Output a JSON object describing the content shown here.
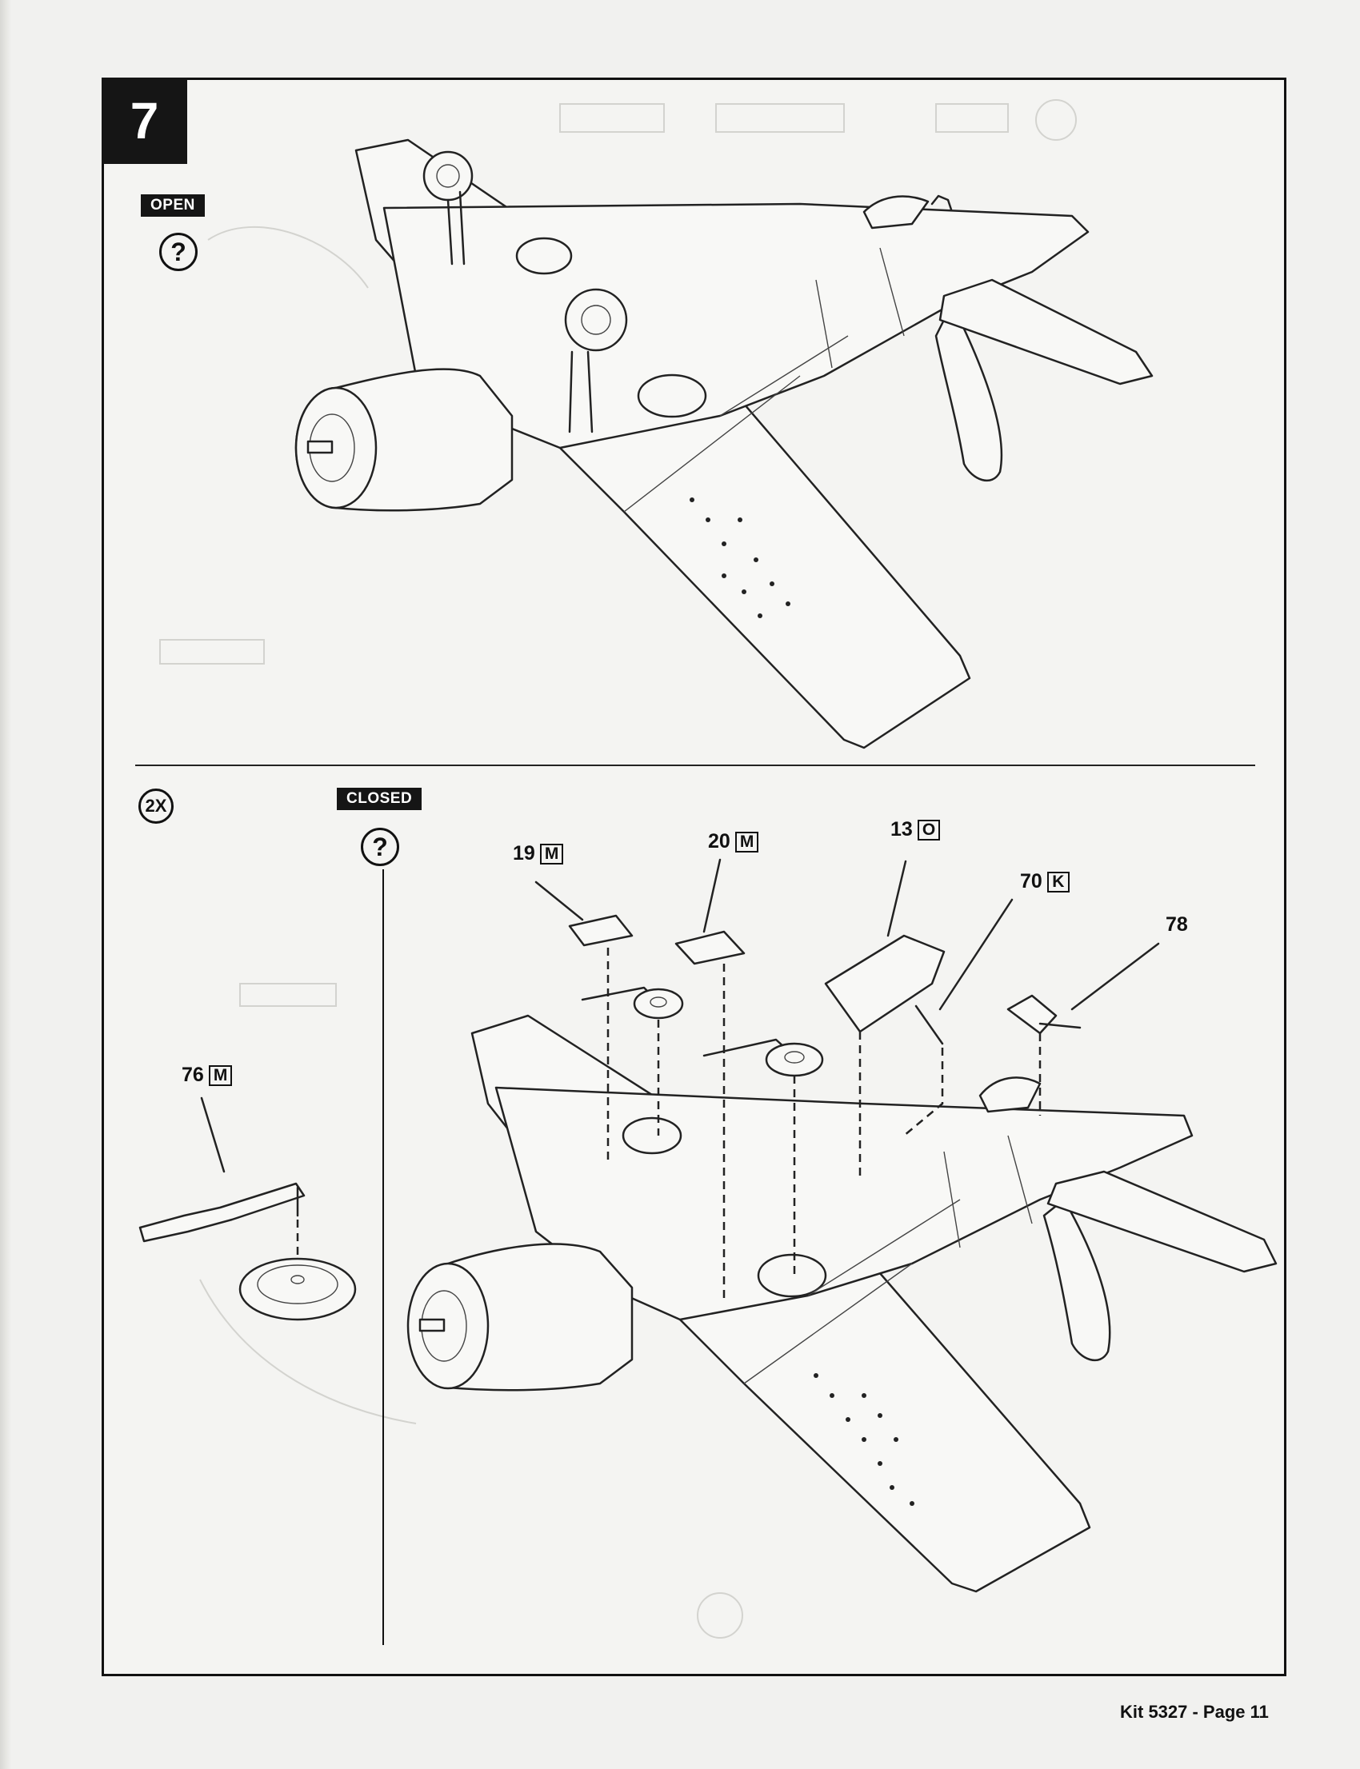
{
  "step": {
    "number": "7",
    "open_tag": "OPEN",
    "closed_tag": "CLOSED",
    "question_mark": "?",
    "multiplier": "2X"
  },
  "parts": [
    {
      "number": "19",
      "letter": "M"
    },
    {
      "number": "20",
      "letter": "M"
    },
    {
      "number": "13",
      "letter": "O"
    },
    {
      "number": "70",
      "letter": "K"
    },
    {
      "number": "78",
      "letter": ""
    },
    {
      "number": "76",
      "letter": "M"
    }
  ],
  "footer": {
    "text": "Kit 5327 - Page 11"
  }
}
